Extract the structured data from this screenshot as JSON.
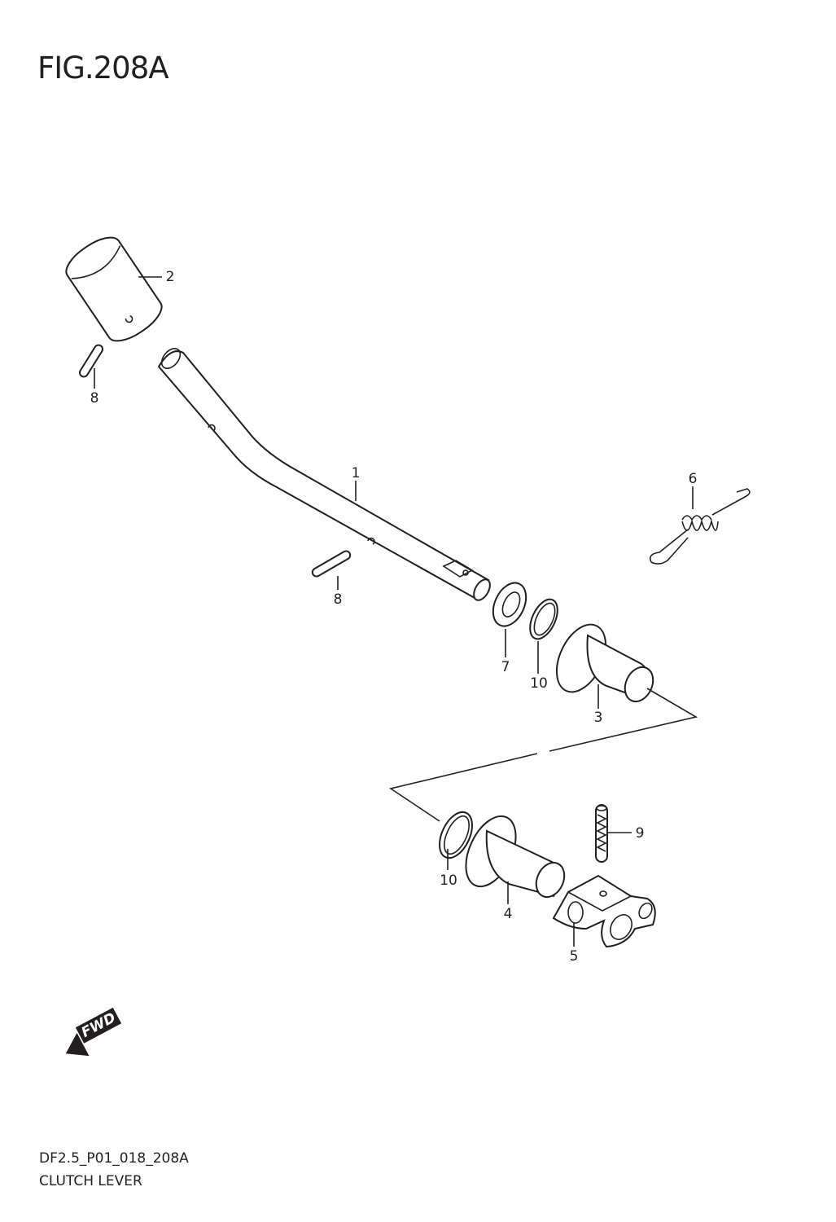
{
  "figure": {
    "title": "FIG.208A",
    "code": "DF2.5_P01_018_208A",
    "name": "CLUTCH LEVER"
  },
  "fwd_badge": {
    "text": "FWD",
    "icon": "fwd-arrow-icon"
  },
  "callouts": {
    "lever": "1",
    "grip": "2",
    "bushing_upper": "3",
    "bushing_lower": "4",
    "bracket": "5",
    "spring": "6",
    "washer": "7",
    "pin_grip": "8",
    "pin_lever": "8",
    "spring_pin": "9",
    "oring_upper": "10",
    "oring_lower": "10"
  }
}
